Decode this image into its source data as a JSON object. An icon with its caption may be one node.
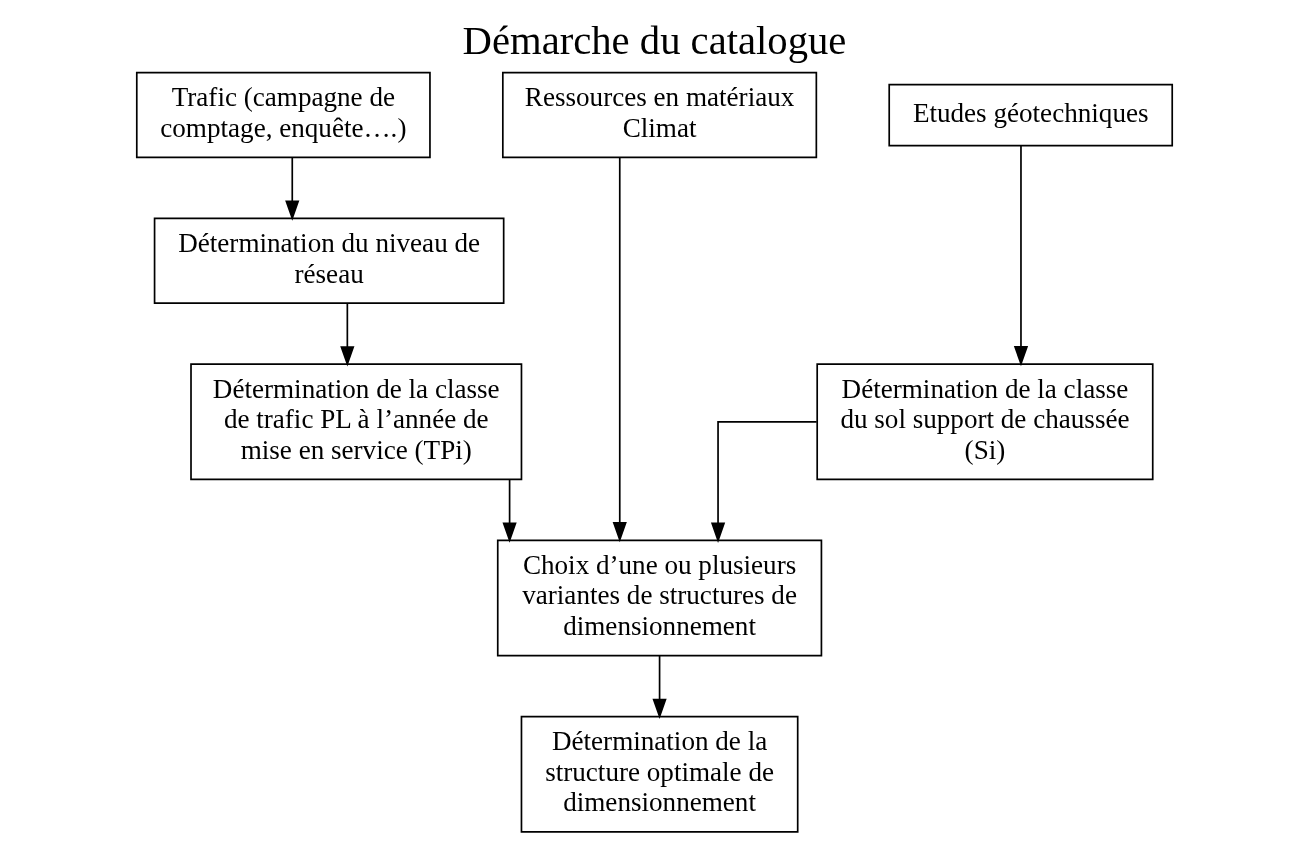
{
  "diagram": {
    "title": "Démarche du catalogue",
    "nodes": [
      {
        "text": [
          "Trafic (campagne de comptage, enquête….)"
        ]
      },
      {
        "text": [
          "Ressources en matériaux Climat"
        ]
      },
      {
        "text": [
          "Etudes géotechniques"
        ]
      },
      {
        "text": [
          "Détermination du niveau de réseau"
        ]
      },
      {
        "text": [
          "Détermination de la classe de trafic PL à l’année de mise en service (TPi)"
        ]
      },
      {
        "text": [
          "Détermination de la classe du sol support de chaussée (Si)"
        ]
      },
      {
        "text": [
          "Choix d’une ou plusieurs variantes de structures de dimensionnement"
        ]
      },
      {
        "text": [
          "Détermination de la structure optimale de dimensionnement"
        ]
      }
    ],
    "edges": [
      {
        "from": 0,
        "to": 3,
        "arrow": "to"
      },
      {
        "from": 3,
        "to": 4,
        "arrow": "to"
      },
      {
        "from": 1,
        "to": 6,
        "arrow": "to"
      },
      {
        "from": 2,
        "to": 5,
        "arrow": "to"
      },
      {
        "from": 4,
        "to": 6,
        "arrow": "to"
      },
      {
        "from": 5,
        "to": 6,
        "arrow": "to"
      },
      {
        "from": 6,
        "to": 7,
        "arrow": "to"
      }
    ]
  }
}
